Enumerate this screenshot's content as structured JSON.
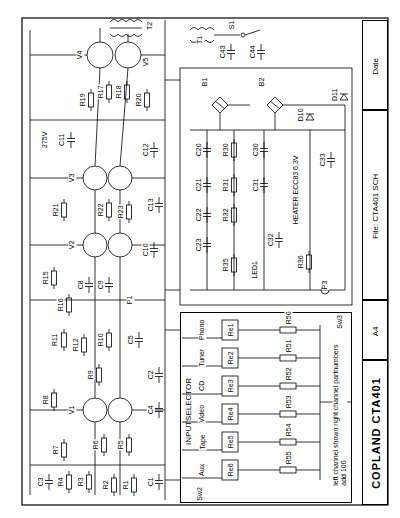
{
  "diagram": {
    "nodes": [
      {
        "text": [
          "Date"
        ]
      },
      {
        "text": [
          "File: CTA401 SCH"
        ]
      },
      {
        "text": [
          "A4"
        ]
      },
      {
        "text": [
          "COPLAND CTA401"
        ]
      },
      {
        "text": [
          "INPUTSELECTOR"
        ]
      }
    ],
    "labels": [
      "T2",
      "T1",
      "S1",
      "C43",
      "C44",
      "V4",
      "V5",
      "275V",
      "C11",
      "R17",
      "R18",
      "R19",
      "R20",
      "V3",
      "C12",
      "C13",
      "R21",
      "R22",
      "R23",
      "V2",
      "C10",
      "R15",
      "C8",
      "C9",
      "R16",
      "P1",
      "R11",
      "R12",
      "R10",
      "C5",
      "C2",
      "R9",
      "R8",
      "V1",
      "C4",
      "R7",
      "R6",
      "R5",
      "C3",
      "R4",
      "R3",
      "R2",
      "R1",
      "C1",
      "B1",
      "B2",
      "C20",
      "C21",
      "C22",
      "C23",
      "R30",
      "R31",
      "R32",
      "C30",
      "C31",
      "C32",
      "R35",
      "LED1",
      "D10",
      "D11",
      "HEATER ECC83 6.3V",
      "C33",
      "R36",
      "P3",
      "Phono",
      "Tuner",
      "CD",
      "Video",
      "Tape",
      "Aux",
      "Re1",
      "Re2",
      "Re3",
      "Re4",
      "Re5",
      "Re6",
      "R50",
      "R51",
      "R52",
      "R53",
      "R54",
      "R55",
      "left channel shown right channel partnumbers add 100",
      "Sw2",
      "Sw3"
    ]
  }
}
